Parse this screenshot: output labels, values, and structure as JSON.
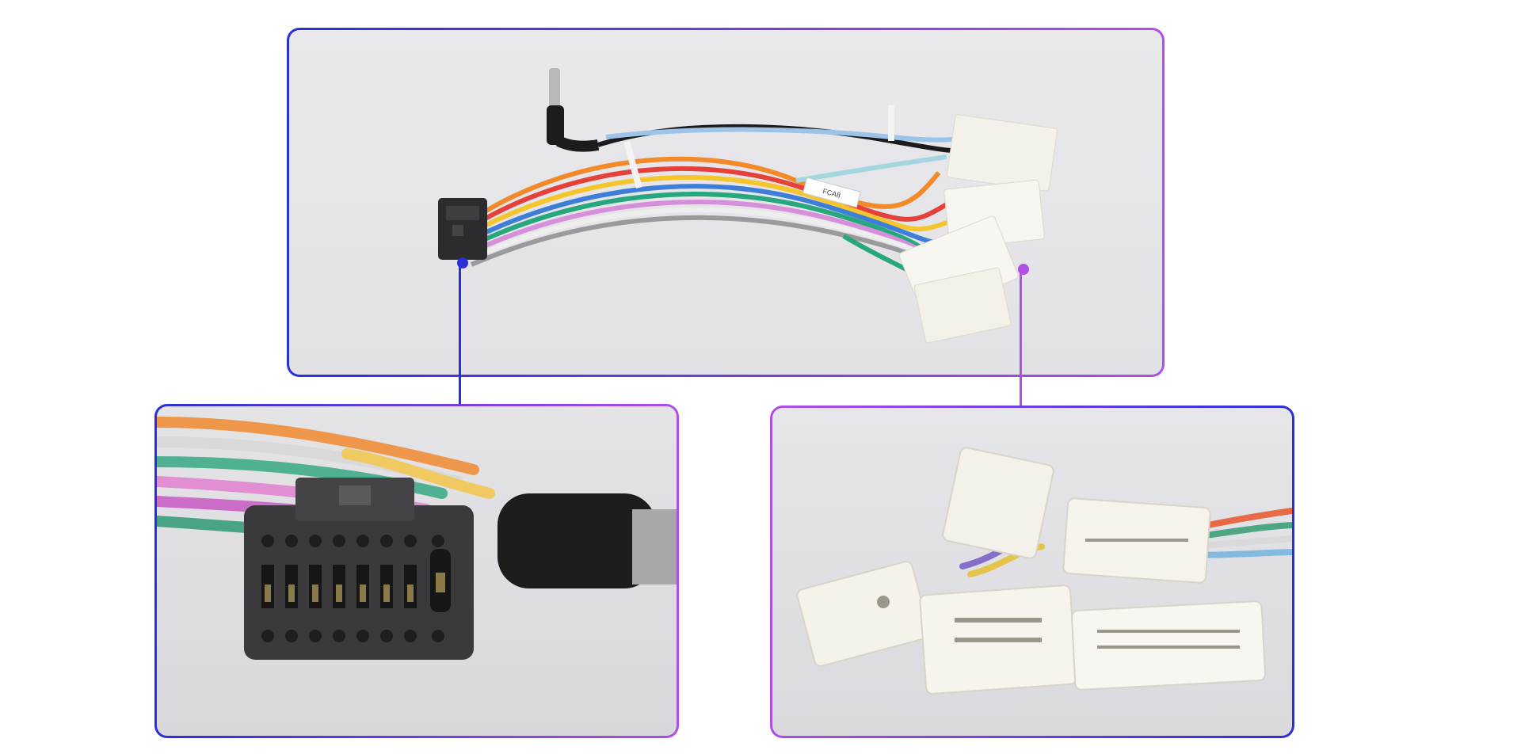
{
  "colors": {
    "left_accent": "#2b2fd6",
    "right_accent": "#b14ee8",
    "panel_bg": "#e6e6e9"
  },
  "images": {
    "overview": "wiring-harness-overview",
    "detail_left": "black-16-pin-connector-closeup",
    "detail_right": "white-vehicle-connectors-closeup"
  },
  "labels": {
    "cable_tag_text": "FCA8"
  }
}
